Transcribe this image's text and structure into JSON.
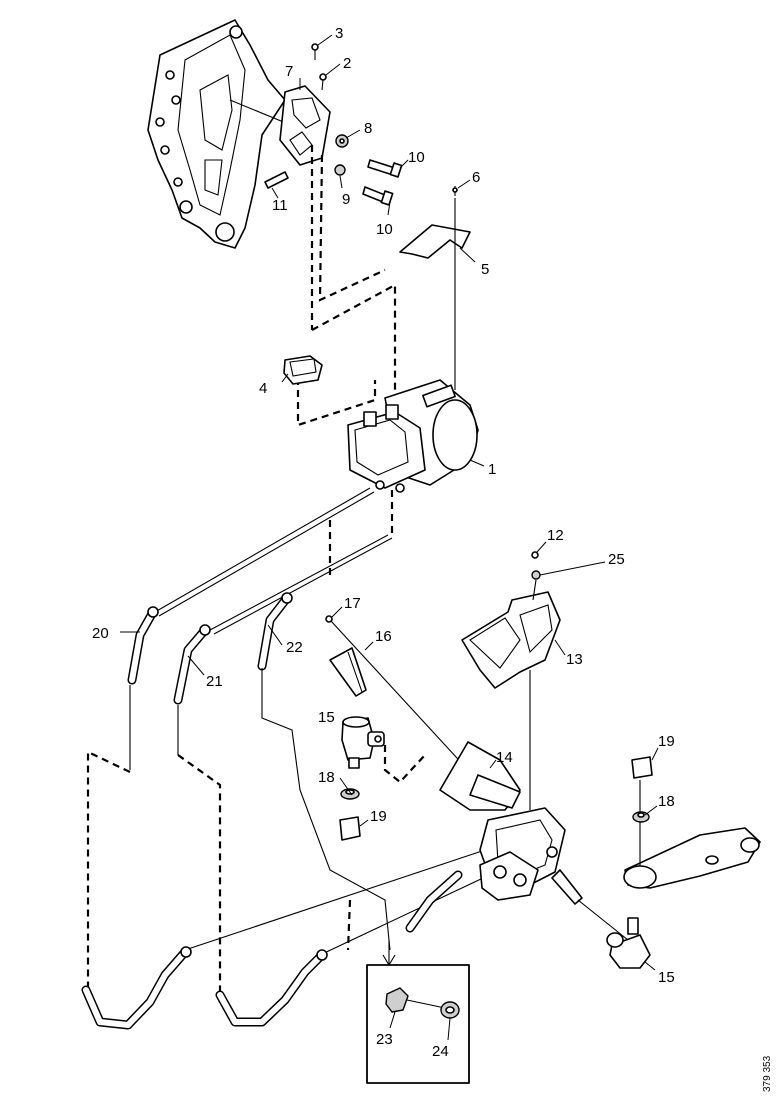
{
  "diagram": {
    "reference_code": "379 353",
    "callouts": [
      {
        "id": "c1",
        "label": "1"
      },
      {
        "id": "c2",
        "label": "2"
      },
      {
        "id": "c3",
        "label": "3"
      },
      {
        "id": "c4",
        "label": "4"
      },
      {
        "id": "c5",
        "label": "5"
      },
      {
        "id": "c6",
        "label": "6"
      },
      {
        "id": "c7",
        "label": "7"
      },
      {
        "id": "c8",
        "label": "8"
      },
      {
        "id": "c9",
        "label": "9"
      },
      {
        "id": "c10a",
        "label": "10"
      },
      {
        "id": "c10b",
        "label": "10"
      },
      {
        "id": "c11",
        "label": "11"
      },
      {
        "id": "c12",
        "label": "12"
      },
      {
        "id": "c13",
        "label": "13"
      },
      {
        "id": "c14",
        "label": "14"
      },
      {
        "id": "c15a",
        "label": "15"
      },
      {
        "id": "c15b",
        "label": "15"
      },
      {
        "id": "c16",
        "label": "16"
      },
      {
        "id": "c17",
        "label": "17"
      },
      {
        "id": "c18a",
        "label": "18"
      },
      {
        "id": "c18b",
        "label": "18"
      },
      {
        "id": "c19a",
        "label": "19"
      },
      {
        "id": "c19b",
        "label": "19"
      },
      {
        "id": "c20",
        "label": "20"
      },
      {
        "id": "c21",
        "label": "21"
      },
      {
        "id": "c22",
        "label": "22"
      },
      {
        "id": "c23",
        "label": "23"
      },
      {
        "id": "c24",
        "label": "24"
      },
      {
        "id": "c25",
        "label": "25"
      }
    ]
  }
}
